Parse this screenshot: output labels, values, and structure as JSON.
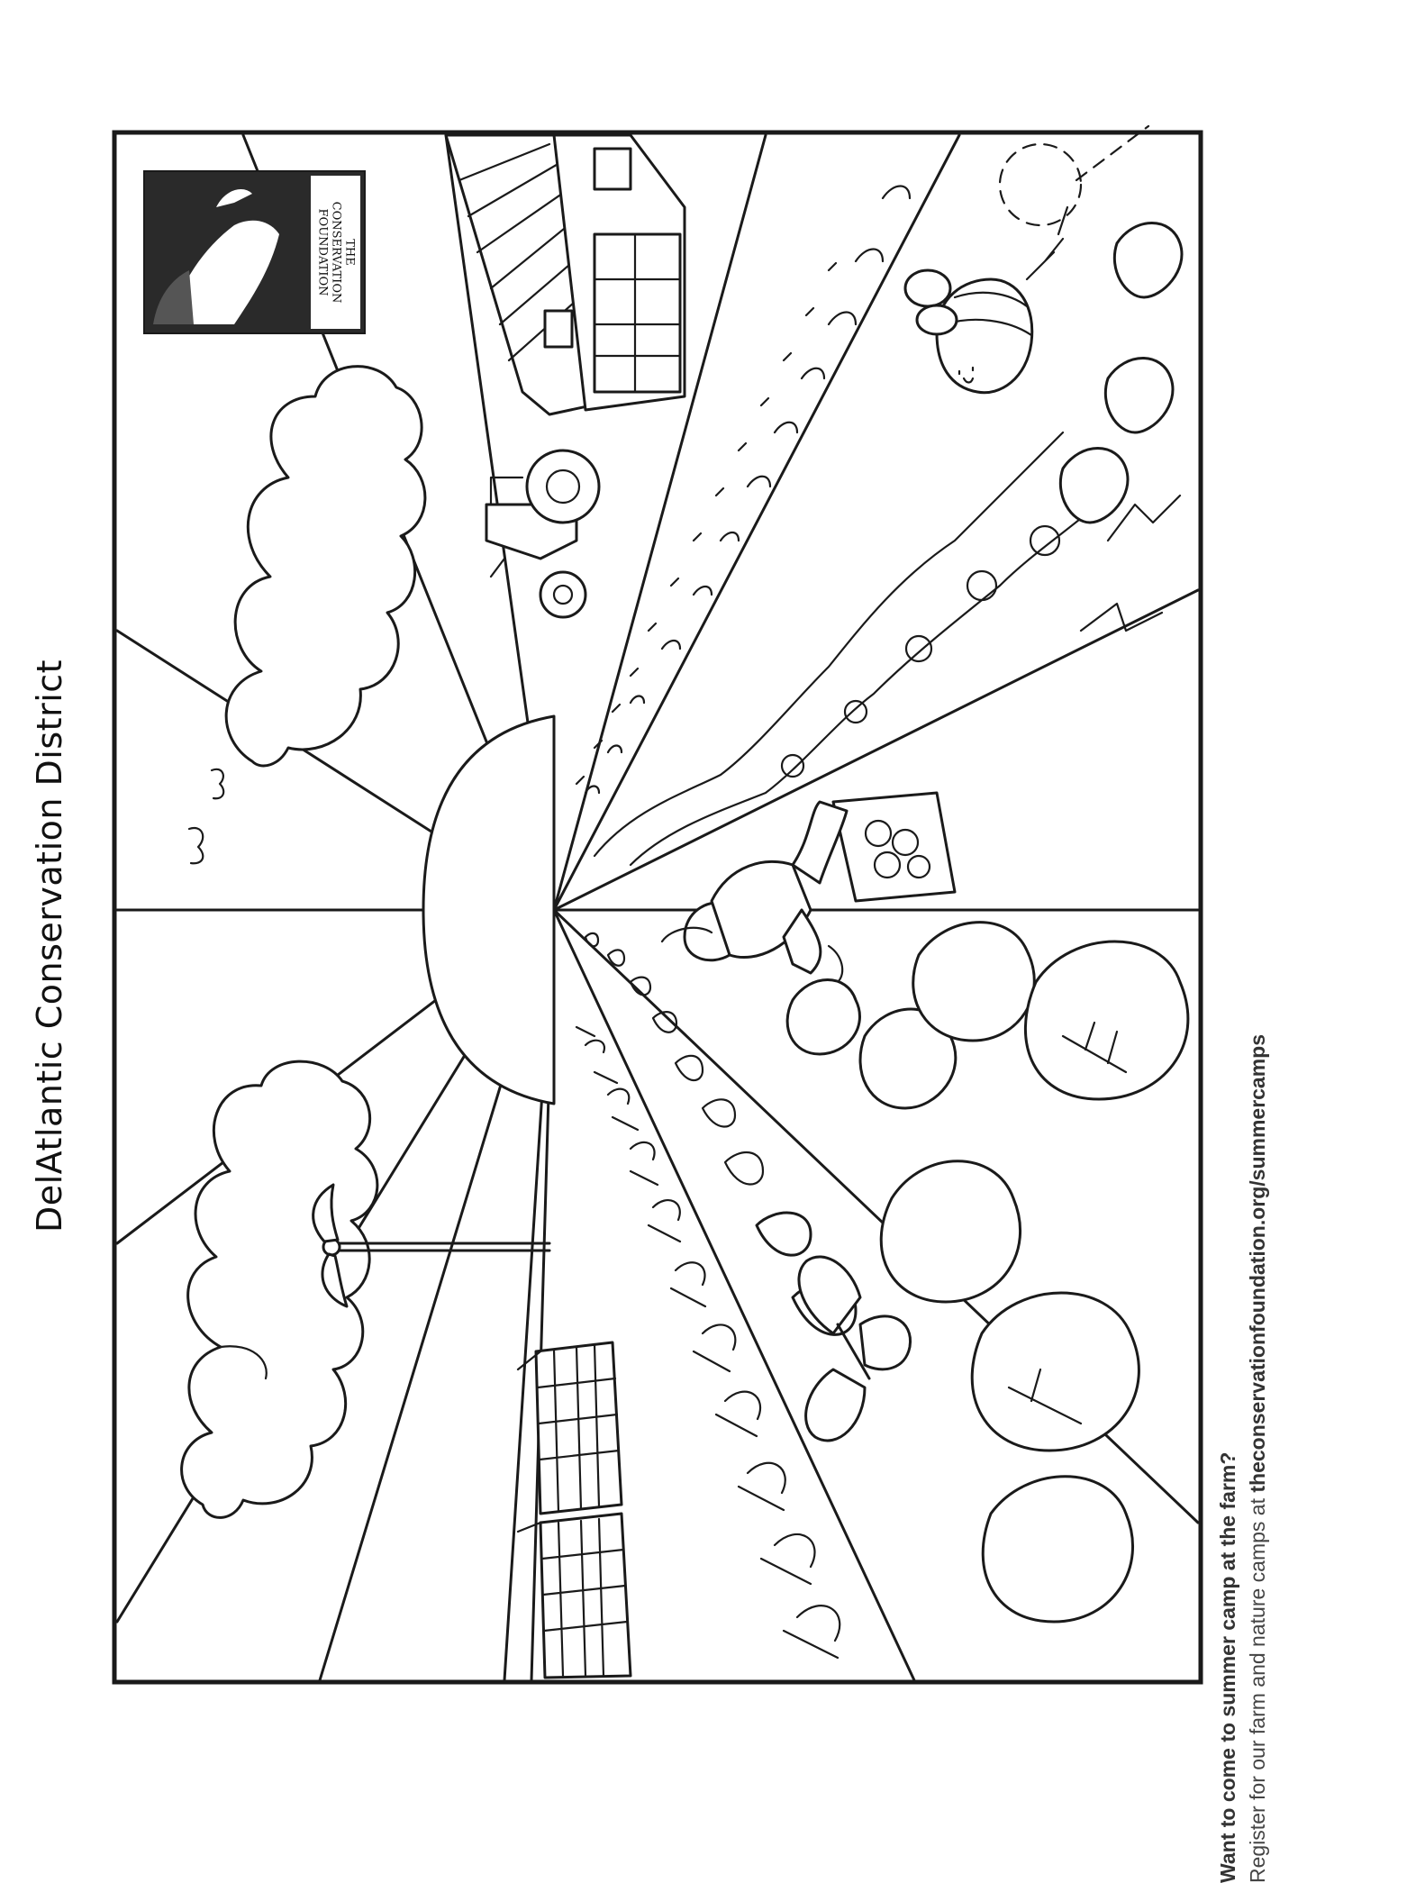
{
  "title": "DelAtlantic Conservation District",
  "logo": {
    "text_line1": "THE",
    "text_line2": "CONSERVATION",
    "text_line3": "FOUNDATION",
    "icon": "heron-logo-icon"
  },
  "footer": {
    "question": "Want to come to summer camp at the farm?",
    "register_prefix": "Register for our farm and nature camps at ",
    "url": "theconservationfoundation.org/summercamps"
  },
  "colors": {
    "ink": "#1a1a1a",
    "paper": "#ffffff"
  }
}
